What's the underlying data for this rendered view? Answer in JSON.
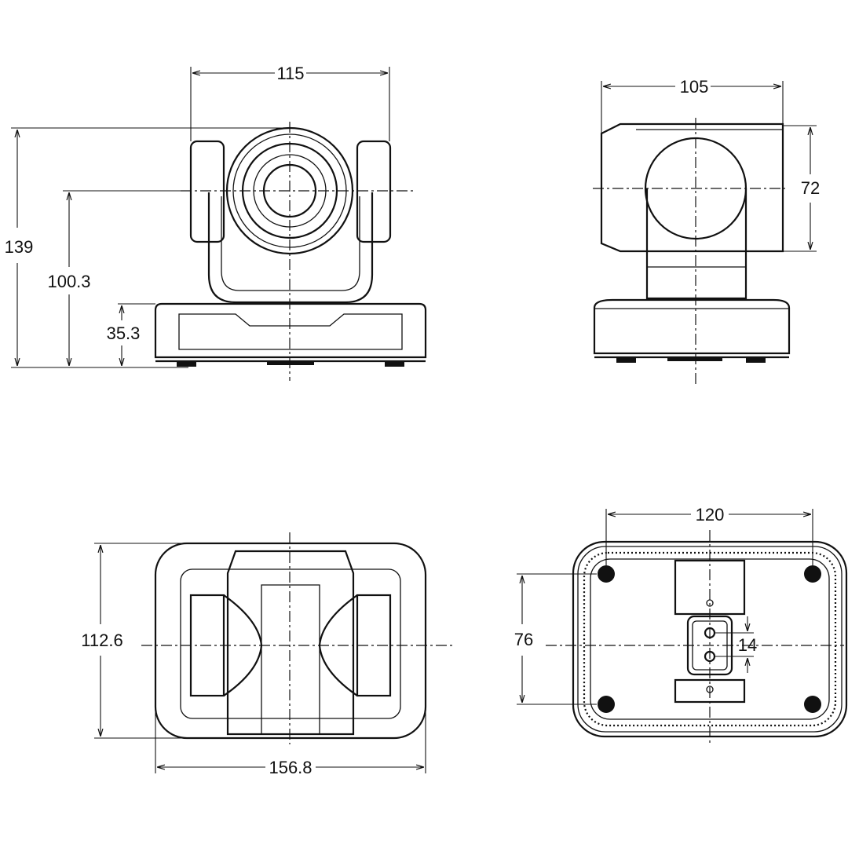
{
  "views": {
    "front": {
      "width": "115",
      "total_height": "139",
      "lens_height": "100.3",
      "base_height": "35.3"
    },
    "side": {
      "depth": "105",
      "head_height": "72"
    },
    "top": {
      "depth": "112.6",
      "width": "156.8"
    },
    "bottom": {
      "hole_spacing_x": "120",
      "hole_spacing_y": "76",
      "mount_spacing": "14"
    }
  },
  "colors": {
    "line": "#111111",
    "background": "#ffffff"
  }
}
